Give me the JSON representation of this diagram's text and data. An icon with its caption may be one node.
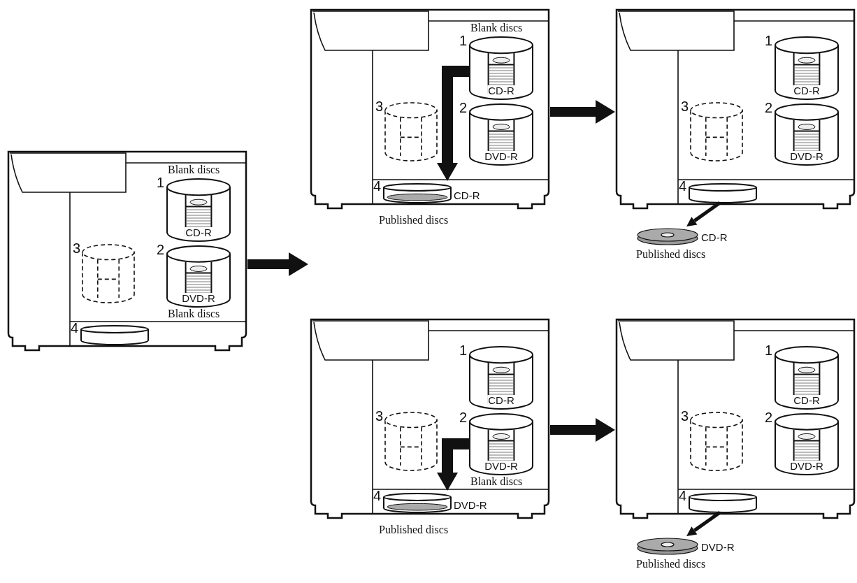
{
  "diagram": {
    "nodes": [
      {
        "text": [],
        "shape": "box"
      },
      {
        "text": [
          "CD-R"
        ],
        "in": 0,
        "beside": [
          "1",
          "Blank discs"
        ]
      },
      {
        "text": [
          "DVD-R"
        ],
        "in": 0,
        "beside": [
          "2",
          "Blank discs"
        ]
      },
      {
        "text": [],
        "shape": "cylinder",
        "in": 0,
        "beside": [
          "3"
        ]
      },
      {
        "text": [],
        "shape": "cylinder",
        "in": 0,
        "beside": [
          "4"
        ]
      },
      {
        "text": [],
        "shape": "box"
      },
      {
        "text": [
          "CD-R"
        ],
        "in": 5,
        "beside": [
          "1",
          "Blank discs"
        ]
      },
      {
        "text": [
          "DVD-R"
        ],
        "in": 5,
        "beside": [
          "2"
        ]
      },
      {
        "text": [],
        "shape": "cylinder",
        "in": 5,
        "beside": [
          "3"
        ]
      },
      {
        "text": [
          "CD-R"
        ],
        "in": 5,
        "beside": [
          "4",
          "Published discs"
        ]
      },
      {
        "text": [],
        "shape": "box"
      },
      {
        "text": [
          "CD-R"
        ],
        "in": 10,
        "beside": [
          "1"
        ]
      },
      {
        "text": [
          "DVD-R"
        ],
        "in": 10,
        "beside": [
          "2"
        ]
      },
      {
        "text": [],
        "shape": "cylinder",
        "in": 10,
        "beside": [
          "3"
        ]
      },
      {
        "text": [],
        "shape": "cylinder",
        "in": 10,
        "beside": [
          "4"
        ]
      },
      {
        "text": [
          "CD-R"
        ],
        "beside": [
          "Published discs"
        ]
      },
      {
        "text": [],
        "shape": "box"
      },
      {
        "text": [
          "CD-R"
        ],
        "in": 16,
        "beside": [
          "1"
        ]
      },
      {
        "text": [
          "DVD-R"
        ],
        "in": 16,
        "beside": [
          "2",
          "Blank discs"
        ]
      },
      {
        "text": [],
        "shape": "cylinder",
        "in": 16,
        "beside": [
          "3"
        ]
      },
      {
        "text": [
          "DVD-R"
        ],
        "in": 16,
        "beside": [
          "4",
          "Published discs"
        ]
      },
      {
        "text": [],
        "shape": "box"
      },
      {
        "text": [
          "CD-R"
        ],
        "in": 21,
        "beside": [
          "1"
        ]
      },
      {
        "text": [
          "DVD-R"
        ],
        "in": 21,
        "beside": [
          "2"
        ]
      },
      {
        "text": [],
        "shape": "cylinder",
        "in": 21,
        "beside": [
          "3"
        ]
      },
      {
        "text": [],
        "shape": "cylinder",
        "in": 21,
        "beside": [
          "4"
        ]
      },
      {
        "text": [
          "DVD-R"
        ],
        "beside": [
          "Published discs"
        ]
      }
    ],
    "edges": [
      {
        "from": 0,
        "to": null,
        "arrow": "to"
      },
      {
        "from": 6,
        "to": 9,
        "arrow": "to"
      },
      {
        "from": 5,
        "to": 10,
        "arrow": "to"
      },
      {
        "from": 14,
        "to": 15,
        "arrow": "to"
      },
      {
        "from": 18,
        "to": 20,
        "arrow": "to"
      },
      {
        "from": 16,
        "to": 21,
        "arrow": "to"
      },
      {
        "from": 25,
        "to": 26,
        "arrow": "to"
      }
    ]
  }
}
